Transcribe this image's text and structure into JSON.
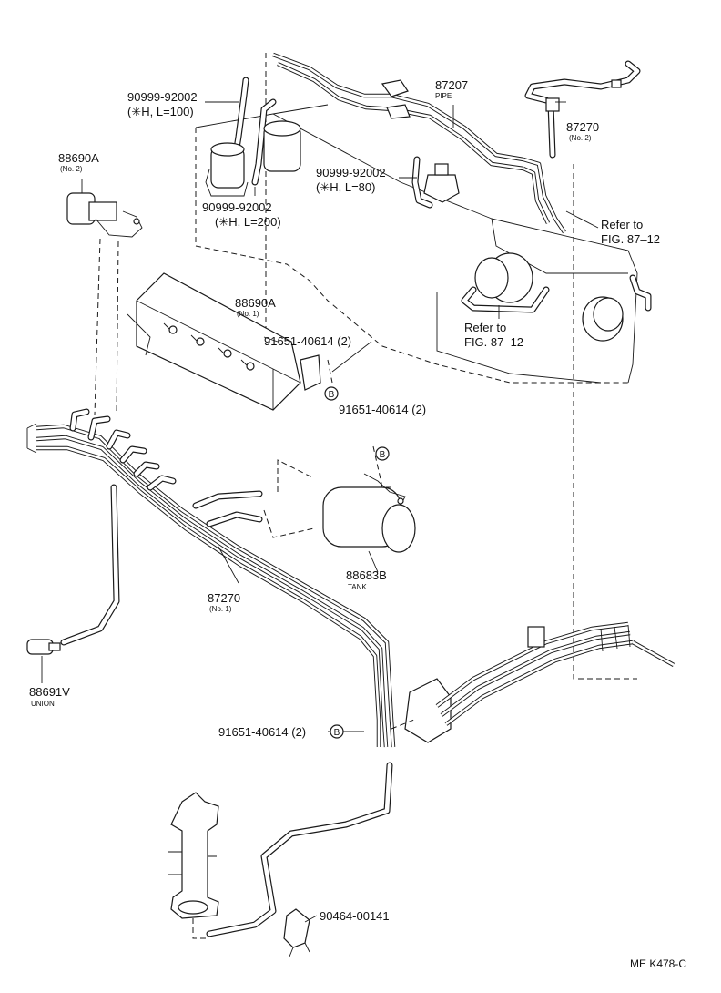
{
  "labels": {
    "hose_top": {
      "part": "90999-92002",
      "spec": "(✳H, L=100)"
    },
    "pipe_87207": {
      "part": "87207",
      "name": "PIPE"
    },
    "pipe_87270_no2": {
      "part": "87270",
      "sub": "(No. 2)"
    },
    "valve_88690a_no2": {
      "part": "88690A",
      "sub": "(No. 2)"
    },
    "hose_mid": {
      "part": "90999-92002",
      "spec": "(✳H, L=80)"
    },
    "hose_left": {
      "part": "90999-92002",
      "spec": "(✳H, L=200)"
    },
    "refer_right": {
      "line1": "Refer to",
      "line2": "FIG. 87–12"
    },
    "valve_88690a_no1": {
      "part": "88690A",
      "sub": "(No. 1)"
    },
    "refer_center": {
      "line1": "Refer to",
      "line2": "FIG. 87–12"
    },
    "bolt_1": {
      "part": "91651-40614 (2)",
      "marker": "B"
    },
    "bolt_2": {
      "part": "91651-40614 (2)",
      "marker": "B"
    },
    "tank_88683b": {
      "part": "88683B",
      "name": "TANK"
    },
    "pipe_87270_no1": {
      "part": "87270",
      "sub": "(No. 1)"
    },
    "union_88691v": {
      "part": "88691V",
      "name": "UNION"
    },
    "bolt_3": {
      "part": "91651-40614 (2)",
      "marker": "B"
    },
    "clip_90464": {
      "part": "90464-00141"
    },
    "figure_code": "ME K478-C"
  }
}
